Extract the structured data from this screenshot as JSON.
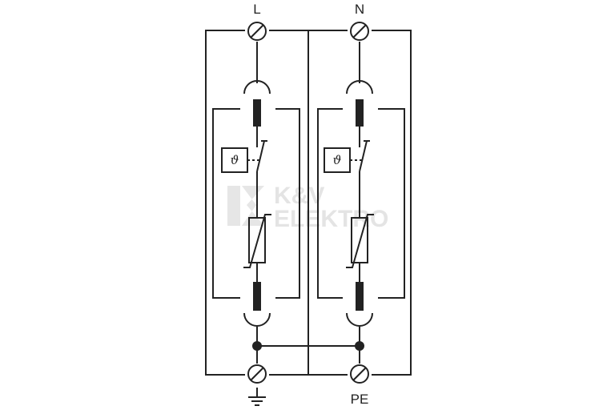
{
  "terminals": {
    "top_left": "L",
    "top_right": "N",
    "bottom_right": "PE"
  },
  "modules": [
    {
      "thermal_symbol": "ϑ"
    },
    {
      "thermal_symbol": "ϑ"
    }
  ],
  "watermark": {
    "line1": "K&V",
    "line2": "ELEKTRO",
    "logo": "k-v-elektro-logo"
  },
  "icons": {
    "bottom_left": "ground-icon",
    "terminal": "screw-terminal-icon",
    "varistor": "varistor-icon",
    "fuse": "fuse-icon",
    "switch": "thermal-disconnector-switch-icon"
  },
  "colors": {
    "line": "#222222",
    "watermark": "#e4e4e4"
  }
}
